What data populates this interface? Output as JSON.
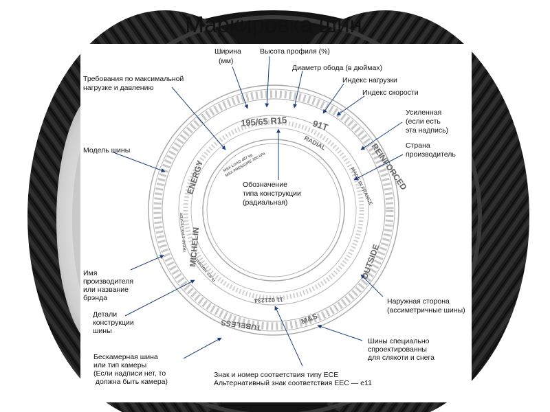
{
  "title": "Маркировка шин",
  "tyre_marks": {
    "size": "195/65 R15",
    "load_speed": "91T",
    "radial": "RADIAL",
    "reinforced": "REINFORCED",
    "made_in": "MADE IN FRANCE",
    "model": "ENERGY",
    "brand": "MICHELIN",
    "max_load": "MAX LOAD 467 kg",
    "max_pressure": "MAX PRESSURE 300 kPa",
    "outside": "OUTSIDE",
    "ms": "M&S",
    "ece": "11 021234",
    "tubeless": "TUBELESS",
    "plies": "PLIES SIDEWALL",
    "tread": "TREAD 2 POLYESTER"
  },
  "callouts": {
    "width": [
      "Ширина",
      "(мм)"
    ],
    "profile": [
      "Высота профиля (%)"
    ],
    "rim": [
      "Диаметр обода (в дюймах)"
    ],
    "load_index": [
      "Индекс нагрузки"
    ],
    "speed_index": [
      "Индекс скорости"
    ],
    "load_req": [
      "Требования по максимальной",
      "нагрузке и давлению"
    ],
    "reinforced": [
      "Усиленная",
      "(если есть",
      "эта  надпись)"
    ],
    "country": [
      "Страна",
      "производитель"
    ],
    "model": [
      "Модель шины"
    ],
    "construction": [
      "Обозначение",
      "типа конструкции",
      "(радиальная)"
    ],
    "maker": [
      "Имя",
      "производителя",
      "или название",
      "брэнда"
    ],
    "details": [
      "Детали",
      "конструкции",
      "шины"
    ],
    "outside": [
      "Наружная сторона",
      "(ассиметричные шины)"
    ],
    "winter": [
      "Шины специально",
      "спроектированны",
      "для  слякоти и снега"
    ],
    "tubeless": [
      "Бескамерная шина",
      "или тип камеры",
      "(Если надписи нет, то",
      " должна быть камера)"
    ],
    "ece": [
      "Знак и номер соответствия типу ECE",
      "Альтернативный знак соответствия EEC — e11"
    ]
  }
}
